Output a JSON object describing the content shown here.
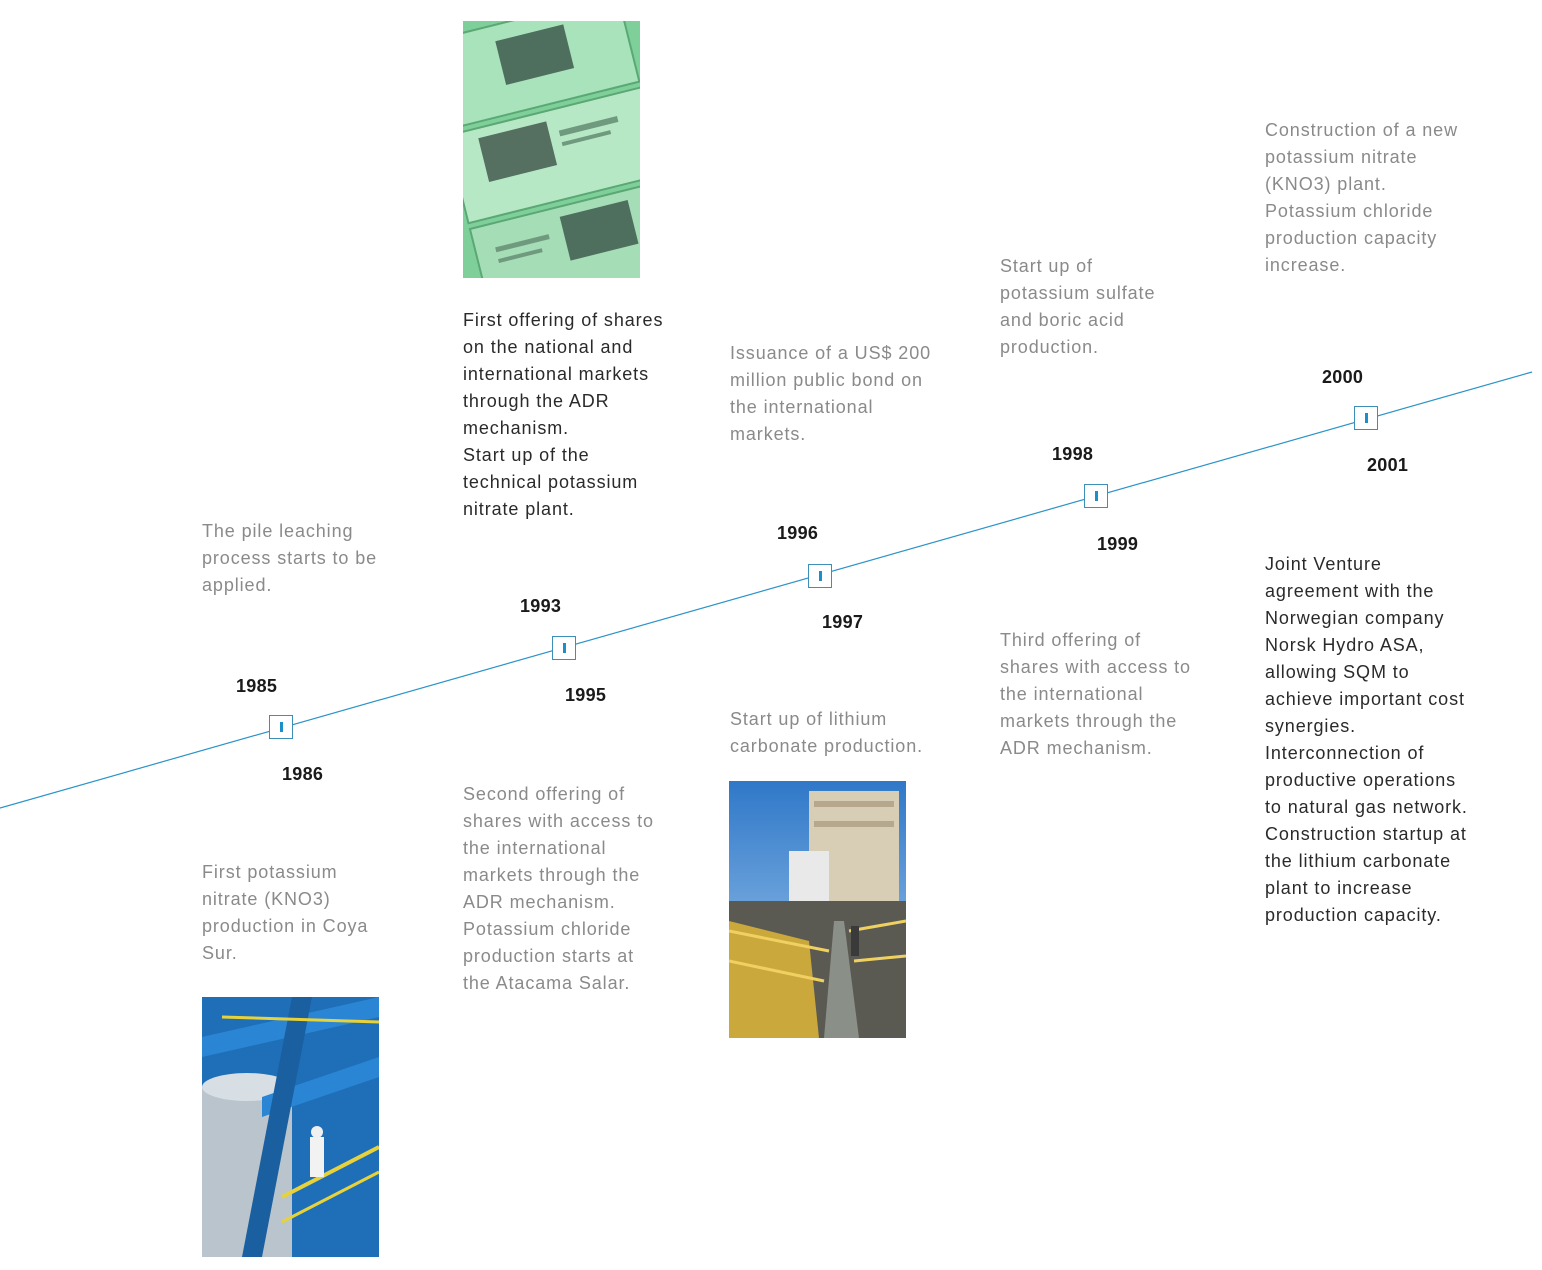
{
  "colors": {
    "line": "#2b93c9",
    "marker_fill": "#1a8fc8"
  },
  "milestones": {
    "m1985": {
      "year": "1985",
      "text": "The pile leaching\nprocess starts to be\napplied."
    },
    "m1986": {
      "year": "1986",
      "text": "First potassium\nnitrate (KNO3)\nproduction in Coya\nSur."
    },
    "m1993": {
      "year": "1993",
      "text": "First offering of shares\non the national and\ninternational markets\nthrough the ADR\nmechanism.\nStart up of the\ntechnical potassium\nnitrate plant."
    },
    "m1995": {
      "year": "1995",
      "text": "Second offering of\nshares with access to\nthe international\nmarkets through the\nADR mechanism.\nPotassium chloride\nproduction starts at\nthe Atacama Salar."
    },
    "m1996": {
      "year": "1996",
      "text": "Issuance of a US$ 200\nmillion public bond on\nthe international\nmarkets."
    },
    "m1997": {
      "year": "1997",
      "text": "Start up of lithium\ncarbonate production."
    },
    "m1998": {
      "year": "1998",
      "text": "Start up of\npotassium sulfate\nand boric acid\nproduction."
    },
    "m1999": {
      "year": "1999",
      "text": "Third offering of\nshares with access to\nthe international\nmarkets through the\nADR mechanism."
    },
    "m2000": {
      "year": "2000",
      "text": "Construction of a new\npotassium nitrate\n(KNO3) plant.\nPotassium chloride\nproduction capacity\nincrease."
    },
    "m2001": {
      "year": "2001",
      "text": "Joint Venture\nagreement with the\nNorwegian company\nNorsk Hydro ASA,\nallowing SQM to\nachieve important cost\nsynergies.\nInterconnection of\nproductive operations\nto natural gas network.\nConstruction startup at\nthe lithium carbonate\nplant to increase\nproduction capacity."
    }
  }
}
